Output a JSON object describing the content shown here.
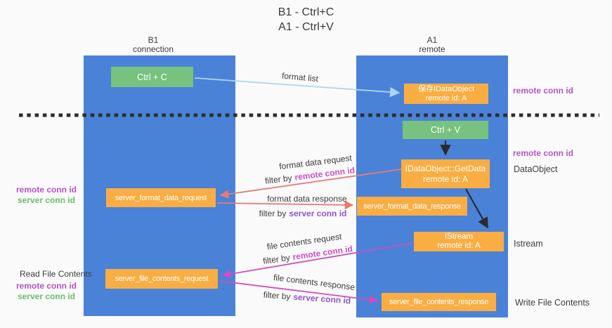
{
  "title": {
    "line1": "B1 - Ctrl+C",
    "line2": "A1 - Ctrl+V"
  },
  "lanes": {
    "b1": {
      "name": "B1",
      "subtitle": "connection"
    },
    "a1": {
      "name": "A1",
      "subtitle": "remote"
    }
  },
  "nodes": {
    "ctrl_c": {
      "label": "Ctrl + C"
    },
    "save_dataobject": {
      "line1": "保存IDataObject",
      "line2": "remote id: A"
    },
    "ctrl_v": {
      "label": "Ctrl + V"
    },
    "getdata": {
      "line1": "IDataObject::GetData",
      "line2": "remote id: A"
    },
    "format_data_request": {
      "label": "server_format_data_request"
    },
    "format_data_response": {
      "label": "server_format_data_response"
    },
    "istream": {
      "line1": "IStream",
      "line2": "remote id: A"
    },
    "file_contents_request": {
      "label": "server_file_contents_request"
    },
    "file_contents_response": {
      "label": "server_file_contents_response"
    }
  },
  "annotations": {
    "right": {
      "remote_conn_id_top": "remote conn id",
      "remote_conn_id_mid": "remote conn id",
      "dataobject": "DataObject",
      "istream": "Istream",
      "write_file_contents": "Write File Contents"
    },
    "left": {
      "remote_conn_id_1": "remote conn id",
      "server_conn_id_1": "server conn id",
      "read_file_contents": "Read File Contents",
      "remote_conn_id_2": "remote conn id",
      "server_conn_id_2": "server conn id"
    }
  },
  "arrow_labels": {
    "format_list": "format list",
    "format_data_request": "format data request",
    "format_data_response": "format data response",
    "file_contents_request": "file contents request",
    "file_contents_response": "file contents response",
    "filter_by": "filter by",
    "remote_conn_id": "remote conn id",
    "server_conn_id": "server conn id"
  },
  "colors": {
    "lane_blue": "#4a82d8",
    "box_orange": "#f9ad42",
    "box_green": "#76c27e",
    "conn_magenta": "#b853c8",
    "conn_green": "#67bf6b",
    "filter_remote_pink": "#cc4fc0",
    "filter_server_violet": "#9253d2",
    "arrow_light_blue": "#a9d7f2",
    "arrow_salmon": "#e87a72",
    "arrow_magenta": "#cc4fc0",
    "arrow_black": "#2a2a2a",
    "background": "#fafafa"
  }
}
